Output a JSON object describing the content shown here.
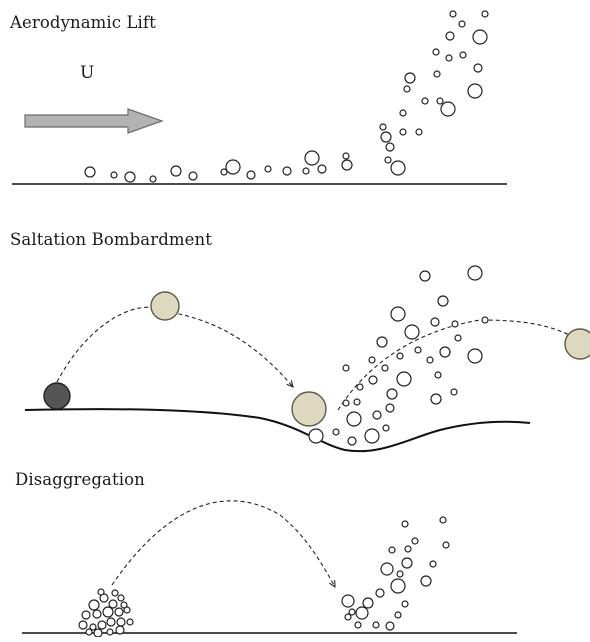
{
  "panels": [
    {
      "title": "Aerodynamic Lift"
    },
    {
      "title": "Saltation Bombardment"
    },
    {
      "title": "Disaggregation"
    }
  ],
  "flow_label": "U",
  "colors": {
    "line": "#111111",
    "arrow_fill": "#b3b3b3",
    "arrow_stroke": "#6b6b6b",
    "impactor_fill": "#ddd8c0",
    "impactor_stroke": "#5f5a46",
    "start_grain_fill": "#555555",
    "particle_fill": "#ffffff",
    "particle_stroke": "#222222"
  }
}
